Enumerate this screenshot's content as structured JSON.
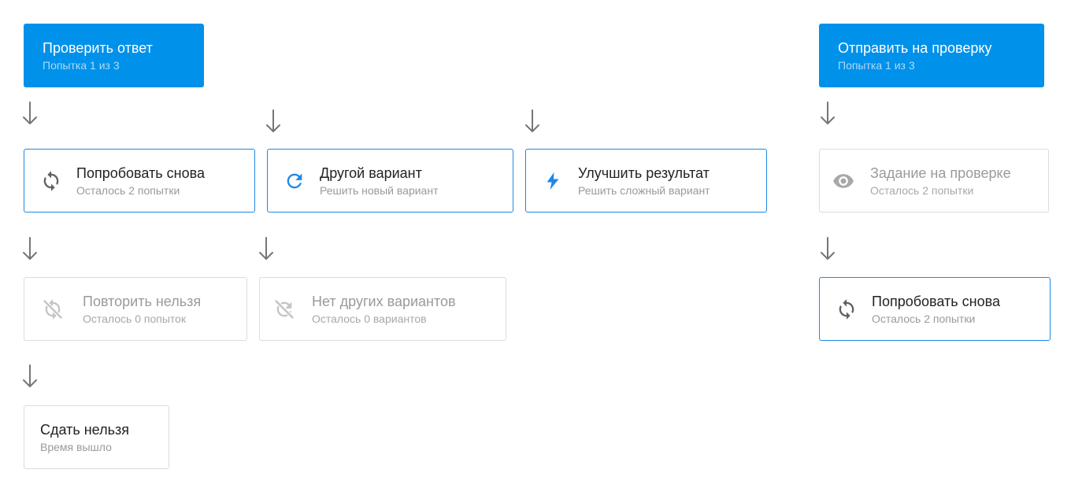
{
  "colors": {
    "accent": "#0091ea",
    "active_border": "#1e88e5",
    "disabled": "#c4c4c4",
    "arrow": "#757575"
  },
  "check": {
    "title": "Проверить ответ",
    "subtitle": "Попытка 1 из 3",
    "retry": {
      "title": "Попробовать снова",
      "subtitle": "Осталось 2 попытки",
      "icon": "sync-icon"
    },
    "other_variant": {
      "title": "Другой вариант",
      "subtitle": "Решить новый вариант",
      "icon": "refresh-icon"
    },
    "improve": {
      "title": "Улучшить результат",
      "subtitle": "Решить сложный вариант",
      "icon": "lightning-icon"
    },
    "no_repeat": {
      "title": "Повторить нельзя",
      "subtitle": "Осталось 0 попыток",
      "icon": "sync-disabled-icon"
    },
    "no_variants": {
      "title": "Нет других вариантов",
      "subtitle": "Осталось 0 вариантов",
      "icon": "refresh-disabled-icon"
    },
    "cannot_submit": {
      "title": "Сдать нельзя",
      "subtitle": "Время вышло"
    }
  },
  "submit": {
    "title": "Отправить на проверку",
    "subtitle": "Попытка 1 из 3",
    "under_review": {
      "title": "Задание на проверке",
      "subtitle": "Осталось 2 попытки",
      "icon": "eye-icon"
    },
    "retry": {
      "title": "Попробовать снова",
      "subtitle": "Осталось 2 попытки",
      "icon": "sync-icon"
    }
  }
}
